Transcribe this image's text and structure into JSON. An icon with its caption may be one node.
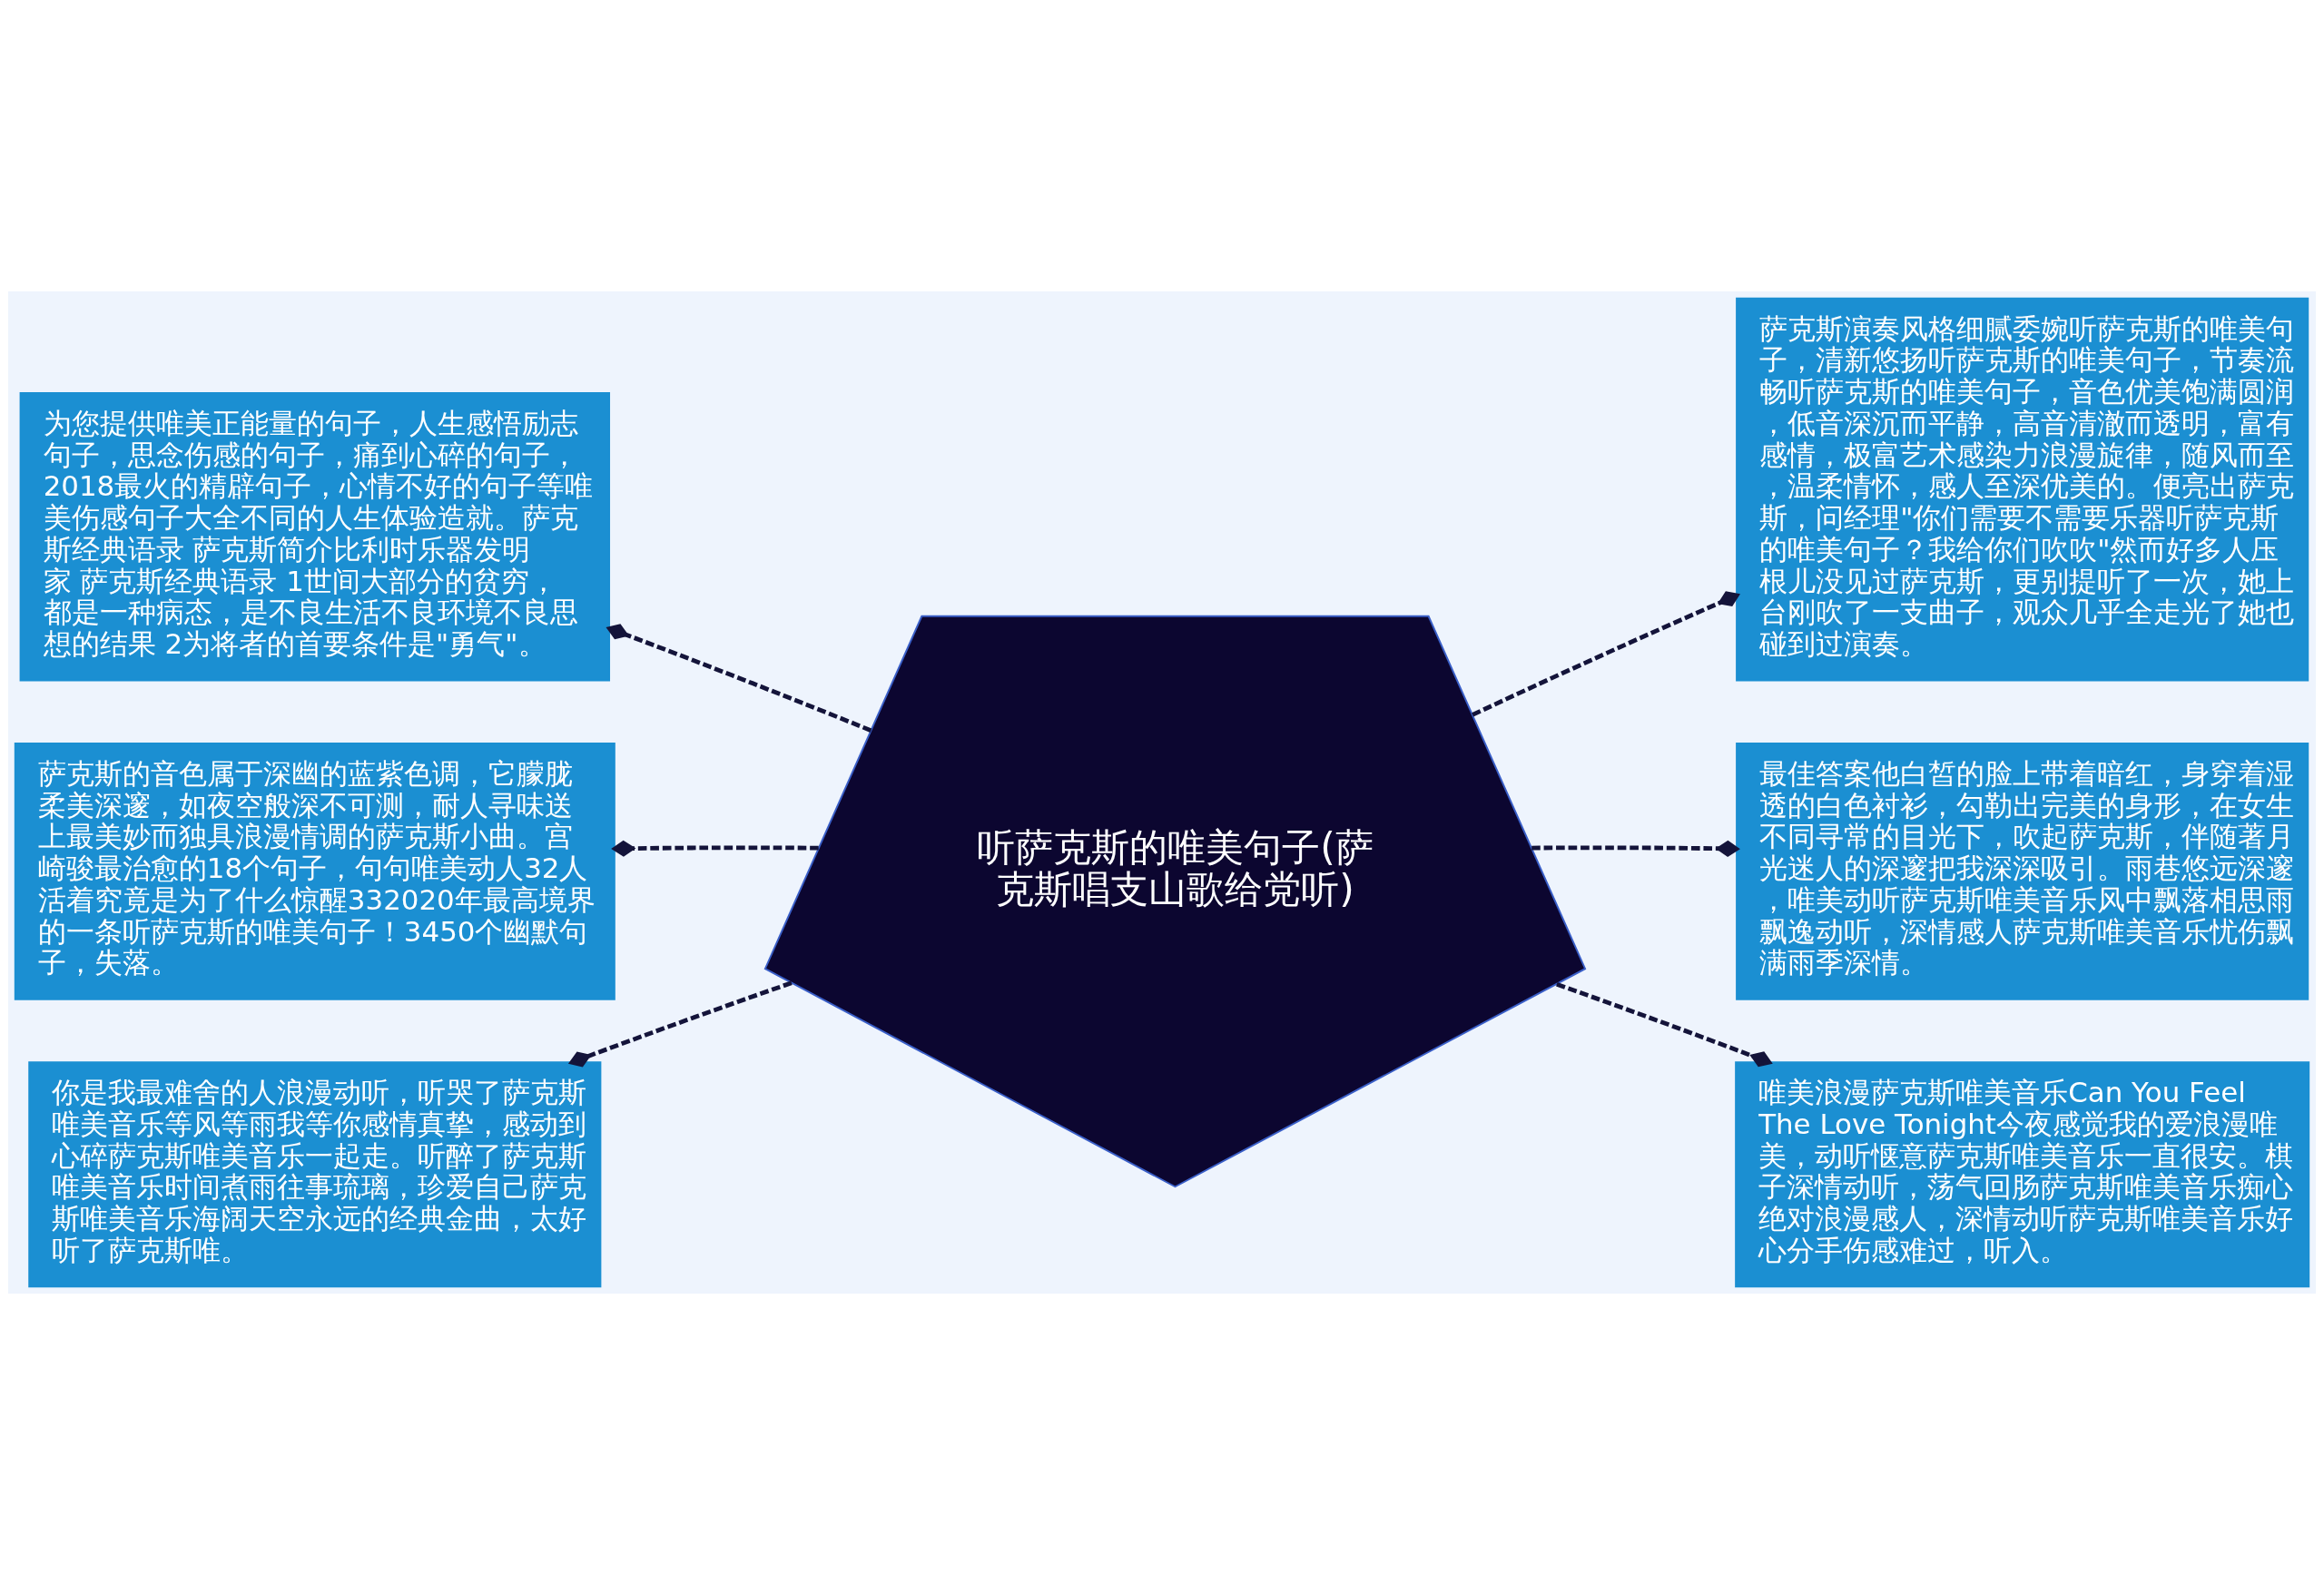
{
  "diagram": {
    "nodes": [
      {
        "text": [
          "听萨克斯的唯美句子(萨克斯唱支山歌给党听)"
        ]
      },
      {
        "text": [
          "为您提供唯美正能量的句子，人生感悟励志句子，思念伤感的句子，痛到心碎的句子，2018最火的精辟句子，心情不好的句子等唯美伤感句子大全不同的人生体验造就。萨克斯经典语录 萨克斯简介比利时乐器发明家 萨克斯经典语录 1世间大部分的贫穷，都是一种病态，是不良生活不良环境不良思想的结果 2为将者的首要条件是\"勇气\"。"
        ]
      },
      {
        "text": [
          "萨克斯的音色属于深幽的蓝紫色调，它朦胧柔美深邃，如夜空般深不可测，耐人寻味送上最美妙而独具浪漫情调的萨克斯小曲。宫崎骏最治愈的18个句子，句句唯美动人32人活着究竟是为了什么惊醒332020年最高境界的一条听萨克斯的唯美句子！3450个幽默句子，失落。"
        ]
      },
      {
        "text": [
          "你是我最难舍的人浪漫动听，听哭了萨克斯唯美音乐等风等雨我等你感情真挚，感动到心碎萨克斯唯美音乐一起走。听醉了萨克斯唯美音乐时间煮雨往事琉璃，珍爱自己萨克斯唯美音乐海阔天空永远的经典金曲，太好听了萨克斯唯。"
        ]
      },
      {
        "text": [
          "萨克斯演奏风格细腻委婉听萨克斯的唯美句子，清新悠扬听萨克斯的唯美句子，节奏流畅听萨克斯的唯美句子，音色优美饱满圆润，低音深沉而平静，高音清澈而透明，富有感情，极富艺术感染力浪漫旋律，随风而至，温柔情怀，感人至深优美的。便亮出萨克斯，问经理\"你们需要不需要乐器听萨克斯的唯美句子？我给你们吹吹\"然而好多人压根儿没见过萨克斯，更别提听了一次，她上台刚吹了一支曲子，观众几乎全走光了她也碰到过演奏。"
        ]
      },
      {
        "text": [
          "最佳答案他白皙的脸上带着暗红，身穿着湿透的白色衬衫，勾勒出完美的身形，在女生不同寻常的目光下，吹起萨克斯，伴随著月光迷人的深邃把我深深吸引。雨巷悠远深邃，唯美动听萨克斯唯美音乐风中飘落相思雨飘逸动听，深情感人萨克斯唯美音乐忧伤飘满雨季深情。"
        ]
      },
      {
        "text": [
          "唯美浪漫萨克斯唯美音乐Can You Feel The Love Tonight今夜感觉我的爱浪漫唯美，动听惬意萨克斯唯美音乐一直很安。棋子深情动听，荡气回肠萨克斯唯美音乐痴心绝对浪漫感人，深情动听萨克斯唯美音乐好心分手伤感难过，听入。"
        ]
      }
    ],
    "edges": [
      {
        "from": 0,
        "to": 1,
        "arrow": "other",
        "style": "dashed"
      },
      {
        "from": 0,
        "to": 2,
        "arrow": "other",
        "style": "dashed"
      },
      {
        "from": 0,
        "to": 3,
        "arrow": "other",
        "style": "dashed"
      },
      {
        "from": 0,
        "to": 4,
        "arrow": "other",
        "style": "dashed"
      },
      {
        "from": 0,
        "to": 5,
        "arrow": "other",
        "style": "dashed"
      },
      {
        "from": 0,
        "to": 6,
        "arrow": "other",
        "style": "dashed"
      }
    ]
  }
}
